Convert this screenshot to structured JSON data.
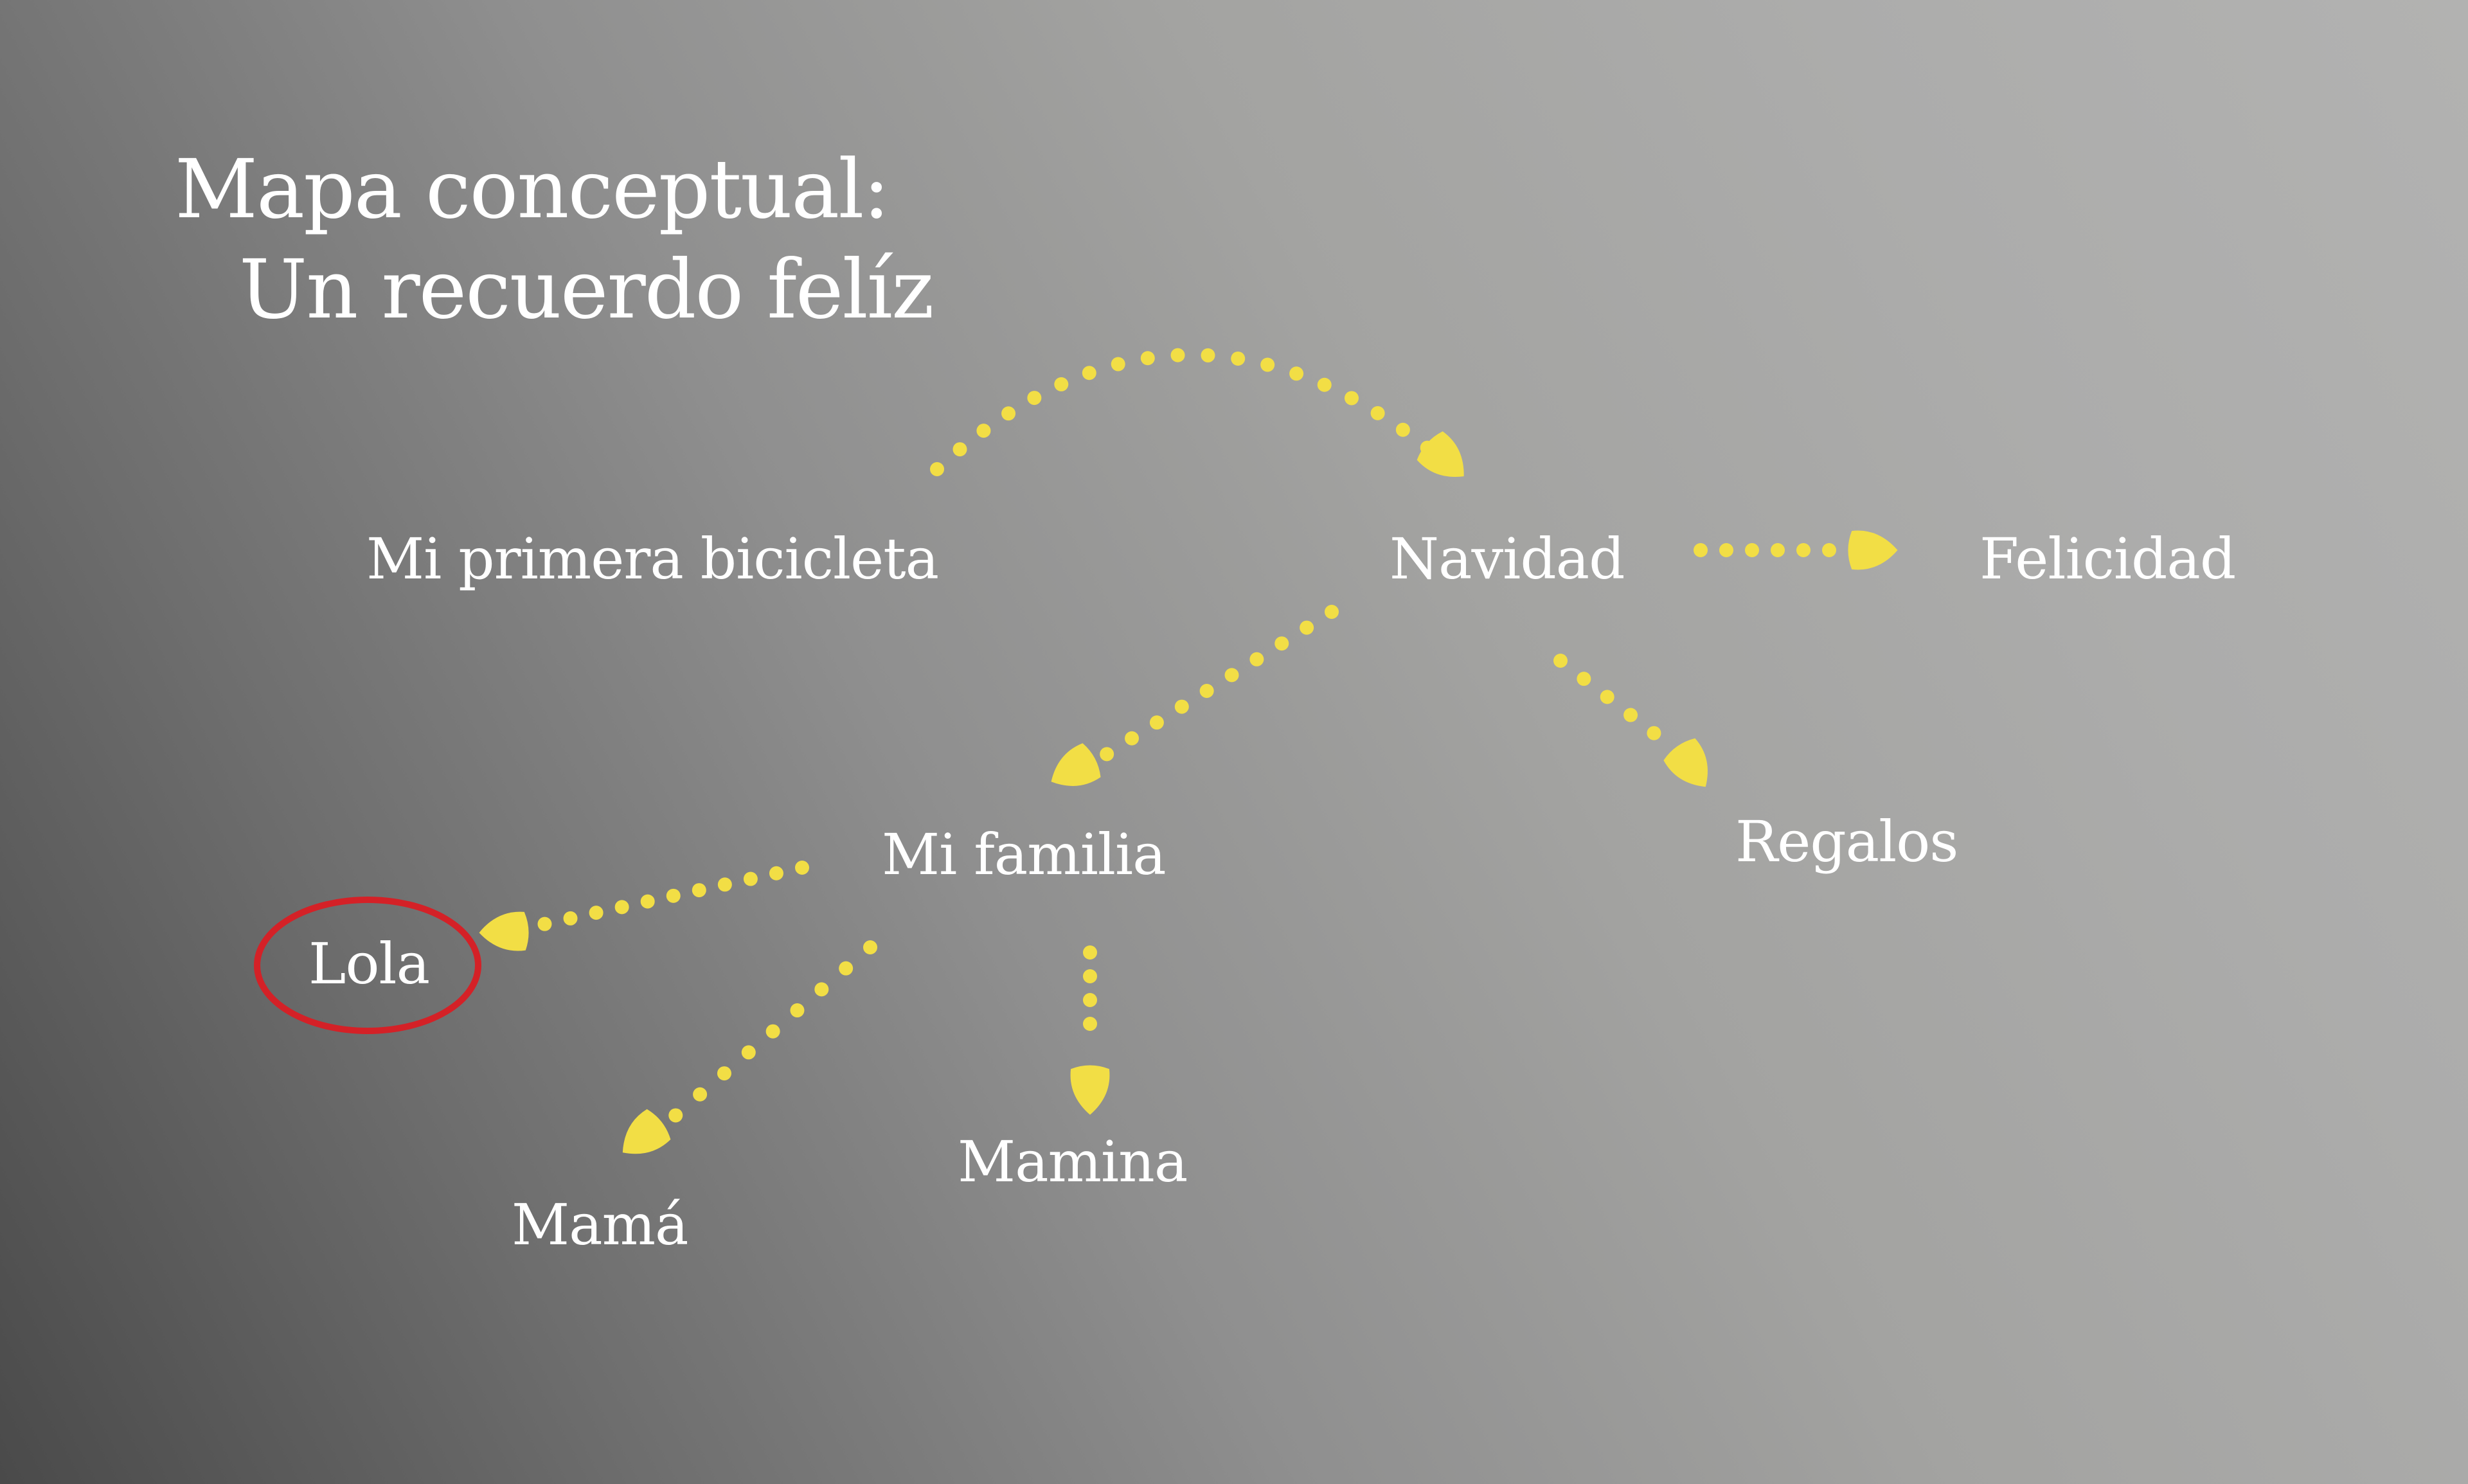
{
  "title": {
    "line1": "Mapa conceptual:",
    "line2": "Un recuerdo felíz"
  },
  "nodes": {
    "bicicleta": "Mi primera bicicleta",
    "navidad": "Navidad",
    "felicidad": "Felicidad",
    "familia": "Mi familia",
    "regalos": "Regalos",
    "lola": "Lola",
    "mama": "Mamá",
    "mamina": "Mamina"
  },
  "edges": [
    {
      "from": "Mi primera bicicleta",
      "to": "Navidad"
    },
    {
      "from": "Navidad",
      "to": "Felicidad"
    },
    {
      "from": "Navidad",
      "to": "Mi familia"
    },
    {
      "from": "Navidad",
      "to": "Regalos"
    },
    {
      "from": "Mi familia",
      "to": "Lola"
    },
    {
      "from": "Mi familia",
      "to": "Mamá"
    },
    {
      "from": "Mi familia",
      "to": "Mamina"
    }
  ],
  "highlighted_node": "Lola",
  "colors": {
    "connector": "#f2de45",
    "highlight_ring": "#d42127",
    "text": "#ffffff"
  }
}
